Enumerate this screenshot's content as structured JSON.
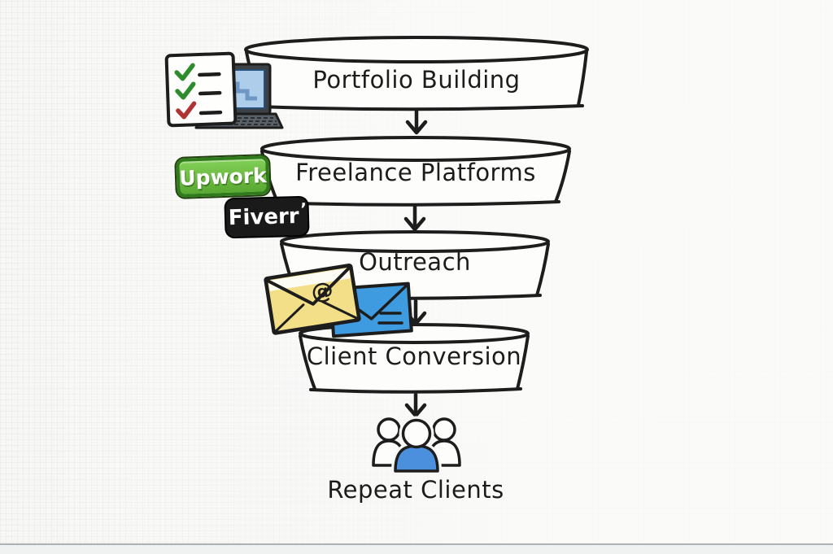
{
  "diagram": {
    "stages": [
      {
        "label": "Portfolio Building"
      },
      {
        "label": "Freelance Platforms"
      },
      {
        "label": "Outreach"
      },
      {
        "label": "Client Conversion"
      }
    ],
    "result": {
      "label": "Repeat Clients"
    }
  },
  "badges": {
    "upwork": {
      "label": "Upwork",
      "bg_color": "#6cbf43",
      "border_color": "#2f7a1b",
      "text_color": "#ffffff"
    },
    "fiverr": {
      "label": "Fiverr",
      "mark": "ʼ",
      "bg_color": "#1a1a1a",
      "text_color": "#ffffff"
    }
  },
  "icons": {
    "at_symbol": "@",
    "stage1_icon": "checklist-laptop-icon",
    "stage3_icon": "email-envelopes-icon",
    "result_icon": "clients-group-icon"
  },
  "colors": {
    "ink": "#1d1d1d",
    "paper": "#f7f7f5",
    "funnel_fill": "#fdfdfb",
    "upwork_green": "#6cbf43",
    "fiverr_black": "#1a1a1a",
    "envelope_yellow": "#f2df87",
    "envelope_blue": "#3f9bdf",
    "client_blue": "#4a90dd",
    "check_green": "#2e8b2e",
    "check_red": "#b03434",
    "screen_blue": "#adcdea"
  }
}
